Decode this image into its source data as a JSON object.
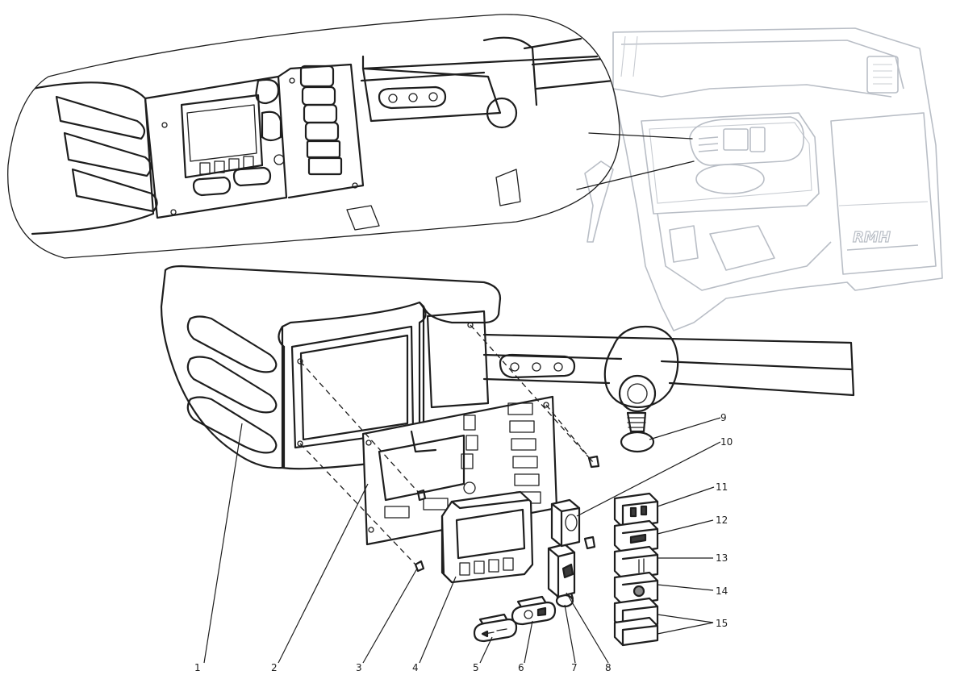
{
  "diagram": {
    "brand_mark": "RMH",
    "callouts": [
      {
        "id": 1,
        "label": "1"
      },
      {
        "id": 2,
        "label": "2"
      },
      {
        "id": 3,
        "label": "3"
      },
      {
        "id": 4,
        "label": "4"
      },
      {
        "id": 5,
        "label": "5"
      },
      {
        "id": 6,
        "label": "6"
      },
      {
        "id": 7,
        "label": "7"
      },
      {
        "id": 8,
        "label": "8"
      },
      {
        "id": 9,
        "label": "9"
      },
      {
        "id": 10,
        "label": "10"
      },
      {
        "id": 11,
        "label": "11"
      },
      {
        "id": 12,
        "label": "12"
      },
      {
        "id": 13,
        "label": "13"
      },
      {
        "id": 14,
        "label": "14"
      },
      {
        "id": 15,
        "label": "15"
      }
    ]
  },
  "colors": {
    "line": "#1e1e1e",
    "ghost": "#b9bec6",
    "background": "#ffffff"
  }
}
